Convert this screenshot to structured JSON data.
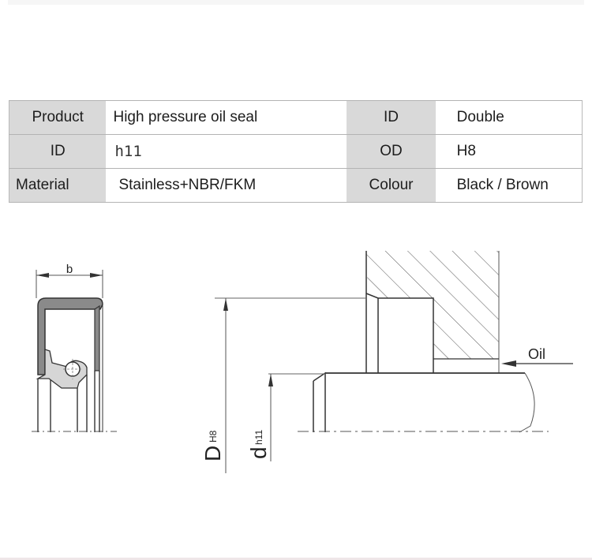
{
  "spec_table": {
    "rows": [
      {
        "label_1": "Product",
        "value_1": "High pressure oil seal",
        "label_2": "ID",
        "value_2": "Double"
      },
      {
        "label_1": "ID",
        "value_1": "h11",
        "label_2": "OD",
        "value_2": "H8"
      },
      {
        "label_1": "Material",
        "value_1": "Stainless+NBR/FKM",
        "label_2": "Colour",
        "value_2": "Black / Brown"
      }
    ]
  },
  "drawing": {
    "seal_section": {
      "width_label": "b"
    },
    "installation": {
      "outer_diameter_symbol": "D",
      "outer_diameter_tolerance": "H8",
      "inner_diameter_symbol": "d",
      "inner_diameter_tolerance": "h11",
      "medium_label": "Oil"
    },
    "colors": {
      "line": "#333333",
      "seal_fill": "#8a8a8a",
      "lip_fill": "#d6d6d6",
      "hatch": "#444444"
    }
  }
}
